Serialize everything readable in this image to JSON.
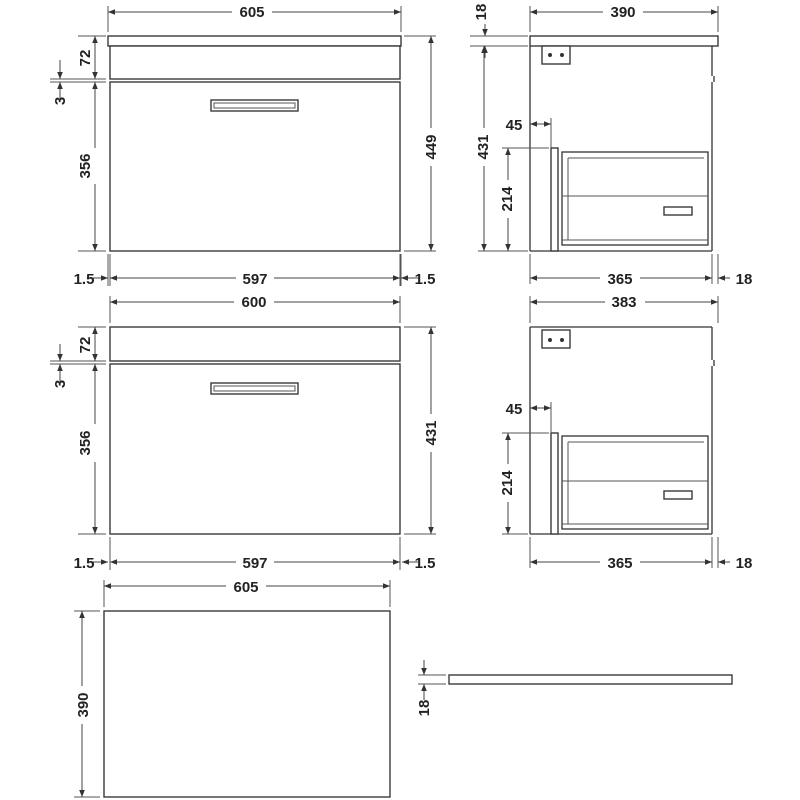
{
  "views": {
    "front_top": {
      "width_overall": "605",
      "worktop_height": "72",
      "gap": "3",
      "door_height": "356",
      "height_overall": "449",
      "inset_left": "1.5",
      "door_width": "597",
      "inset_right": "1.5"
    },
    "side_top": {
      "worktop_thickness": "18",
      "depth_overall": "390",
      "height": "431",
      "drawer_offset": "45",
      "drawer_height": "214",
      "drawer_depth": "365",
      "back_gap": "18"
    },
    "front_bottom": {
      "width_overall": "600",
      "worktop_height": "72",
      "gap": "3",
      "door_height": "356",
      "height_overall": "431",
      "inset_left": "1.5",
      "door_width": "597",
      "inset_right": "1.5"
    },
    "side_bottom": {
      "depth_overall": "383",
      "drawer_offset": "45",
      "drawer_height": "214",
      "drawer_depth": "365",
      "back_gap": "18"
    },
    "worktop_plan": {
      "width": "605",
      "depth": "390"
    },
    "worktop_edge": {
      "thickness": "18"
    }
  }
}
